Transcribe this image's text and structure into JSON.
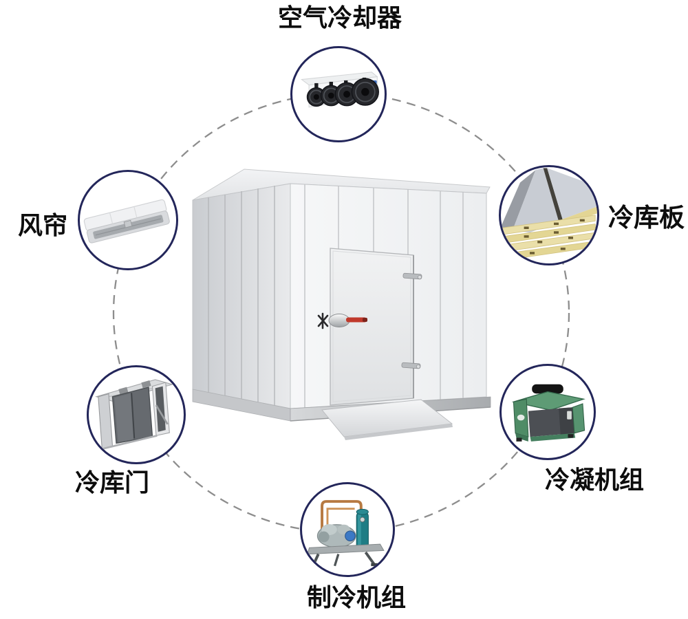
{
  "diagram": {
    "background": "#ffffff",
    "connector_style": "dashed-ellipse"
  },
  "nodes": [
    {
      "id": "air-cooler",
      "label": "空气冷却器",
      "position": "top",
      "icon": "air-cooler-icon"
    },
    {
      "id": "cold-storage-panel",
      "label": "冷库板",
      "position": "upper-right",
      "icon": "insulated-panel-icon"
    },
    {
      "id": "condensing-unit",
      "label": "冷凝机组",
      "position": "lower-right",
      "icon": "condensing-unit-icon"
    },
    {
      "id": "refrigeration-unit",
      "label": "制冷机组",
      "position": "bottom",
      "icon": "compressor-unit-icon"
    },
    {
      "id": "cold-storage-door",
      "label": "冷库门",
      "position": "lower-left",
      "icon": "sliding-door-icon"
    },
    {
      "id": "air-curtain",
      "label": "风帘",
      "position": "upper-left",
      "icon": "air-curtain-icon"
    }
  ],
  "center": {
    "icon": "cold-storage-room-icon"
  },
  "colors": {
    "circle_border": "#23265a",
    "connector_dash": "#8d8d8d",
    "label_text": "#0d0d0d",
    "room_wall": "#f2f3f4",
    "panel_yellow": "#e3d594",
    "condenser_green": "#4f8c66",
    "compressor_teal": "#1f7d85",
    "copper_pipe": "#b77a42",
    "door_handle_red": "#c0392b"
  }
}
